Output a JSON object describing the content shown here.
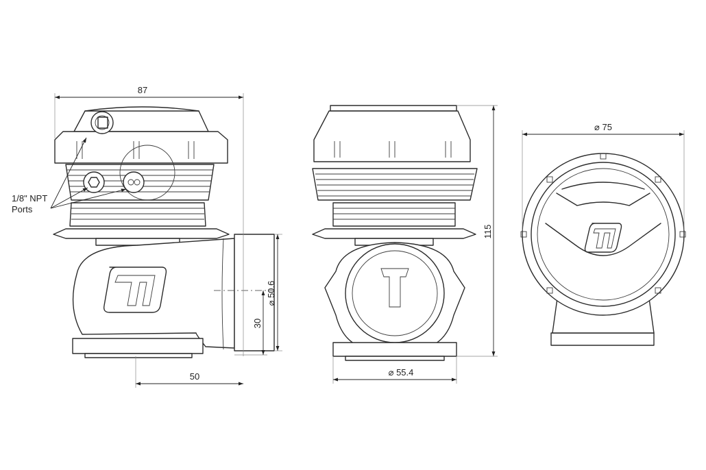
{
  "dimensions": {
    "overall_width": "87",
    "port_offset": "50",
    "outlet_diameter": "⌀ 50.6",
    "outlet_height": "30",
    "overall_height": "115",
    "base_diameter": "⌀ 55.4",
    "top_diameter": "⌀ 75"
  },
  "annotations": {
    "npt_ports_line1": "1/8\" NPT",
    "npt_ports_line2": "Ports"
  },
  "colors": {
    "line": "#2b2b2b",
    "background": "#ffffff"
  }
}
